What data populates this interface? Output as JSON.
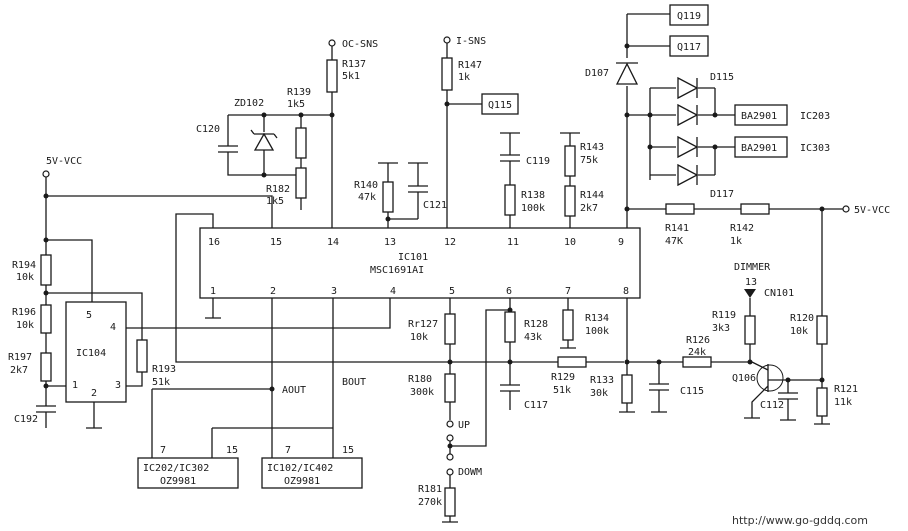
{
  "chip": {
    "name": "IC101",
    "part": "MSC1691AI",
    "pins": [
      "16",
      "15",
      "14",
      "13",
      "12",
      "11",
      "10",
      "9",
      "1",
      "2",
      "3",
      "4",
      "5",
      "6",
      "7",
      "8"
    ]
  },
  "nets": {
    "oc_sns": "OC-SNS",
    "i_sns": "I-SNS",
    "vcc_left": "5V-VCC",
    "vcc_right": "5V-VCC",
    "aout": "AOUT",
    "bout": "BOUT",
    "up": "UP",
    "down": "DOWM",
    "dimmer": "DIMMER",
    "dimmer_pin": "13",
    "cn101": "CN101"
  },
  "boxes": {
    "q119": "Q119",
    "q117": "Q117",
    "q115": "Q115",
    "ba2901_a": "BA2901",
    "ba2901_b": "BA2901"
  },
  "refs": {
    "ic203": "IC203",
    "ic303": "IC303"
  },
  "ic104": {
    "name": "IC104",
    "p5": "5",
    "p4": "4",
    "p1": "1",
    "p2": "2",
    "p3": "3"
  },
  "drivers": [
    {
      "name": "IC202/IC302",
      "part": "OZ9981",
      "p7": "7",
      "p15": "15"
    },
    {
      "name": "IC102/IC402",
      "part": "OZ9981",
      "p7": "7",
      "p15": "15"
    }
  ],
  "components": {
    "r137": [
      "R137",
      "5k1"
    ],
    "r147": [
      "R147",
      "1k"
    ],
    "r139": [
      "R139",
      "1k5"
    ],
    "zd102": [
      "ZD102",
      ""
    ],
    "c120": [
      "C120",
      ""
    ],
    "r182": [
      "R182",
      "1k5"
    ],
    "r140": [
      "R140",
      "47k"
    ],
    "c121": [
      "C121",
      ""
    ],
    "c119": [
      "C119",
      ""
    ],
    "r138": [
      "R138",
      "100k"
    ],
    "r143": [
      "R143",
      "75k"
    ],
    "r144": [
      "R144",
      "2k7"
    ],
    "d107": [
      "D107",
      ""
    ],
    "d115": [
      "D115",
      ""
    ],
    "d117": [
      "D117",
      ""
    ],
    "r141": [
      "R141",
      "47K"
    ],
    "r142": [
      "R142",
      "1k"
    ],
    "r194": [
      "R194",
      "10k"
    ],
    "r196": [
      "R196",
      "10k"
    ],
    "r197": [
      "R197",
      "2k7"
    ],
    "c192": [
      "C192",
      ""
    ],
    "r193": [
      "R193",
      "51k"
    ],
    "r127": [
      "Rr127",
      "10k"
    ],
    "r180": [
      "R180",
      "300k"
    ],
    "r181": [
      "R181",
      "270k"
    ],
    "r128": [
      "R128",
      "43k"
    ],
    "c117": [
      "C117",
      ""
    ],
    "r134": [
      "R134",
      "100k"
    ],
    "r129": [
      "R129",
      "51k"
    ],
    "r133": [
      "R133",
      "30k"
    ],
    "c115": [
      "C115",
      ""
    ],
    "r126": [
      "R126",
      "24k"
    ],
    "r119": [
      "R119",
      "3k3"
    ],
    "q106": [
      "Q106",
      ""
    ],
    "c112": [
      "C112",
      ""
    ],
    "r120": [
      "R120",
      "10k"
    ],
    "r121": [
      "R121",
      "11k"
    ]
  },
  "watermark": "http://www.go-gddq.com"
}
